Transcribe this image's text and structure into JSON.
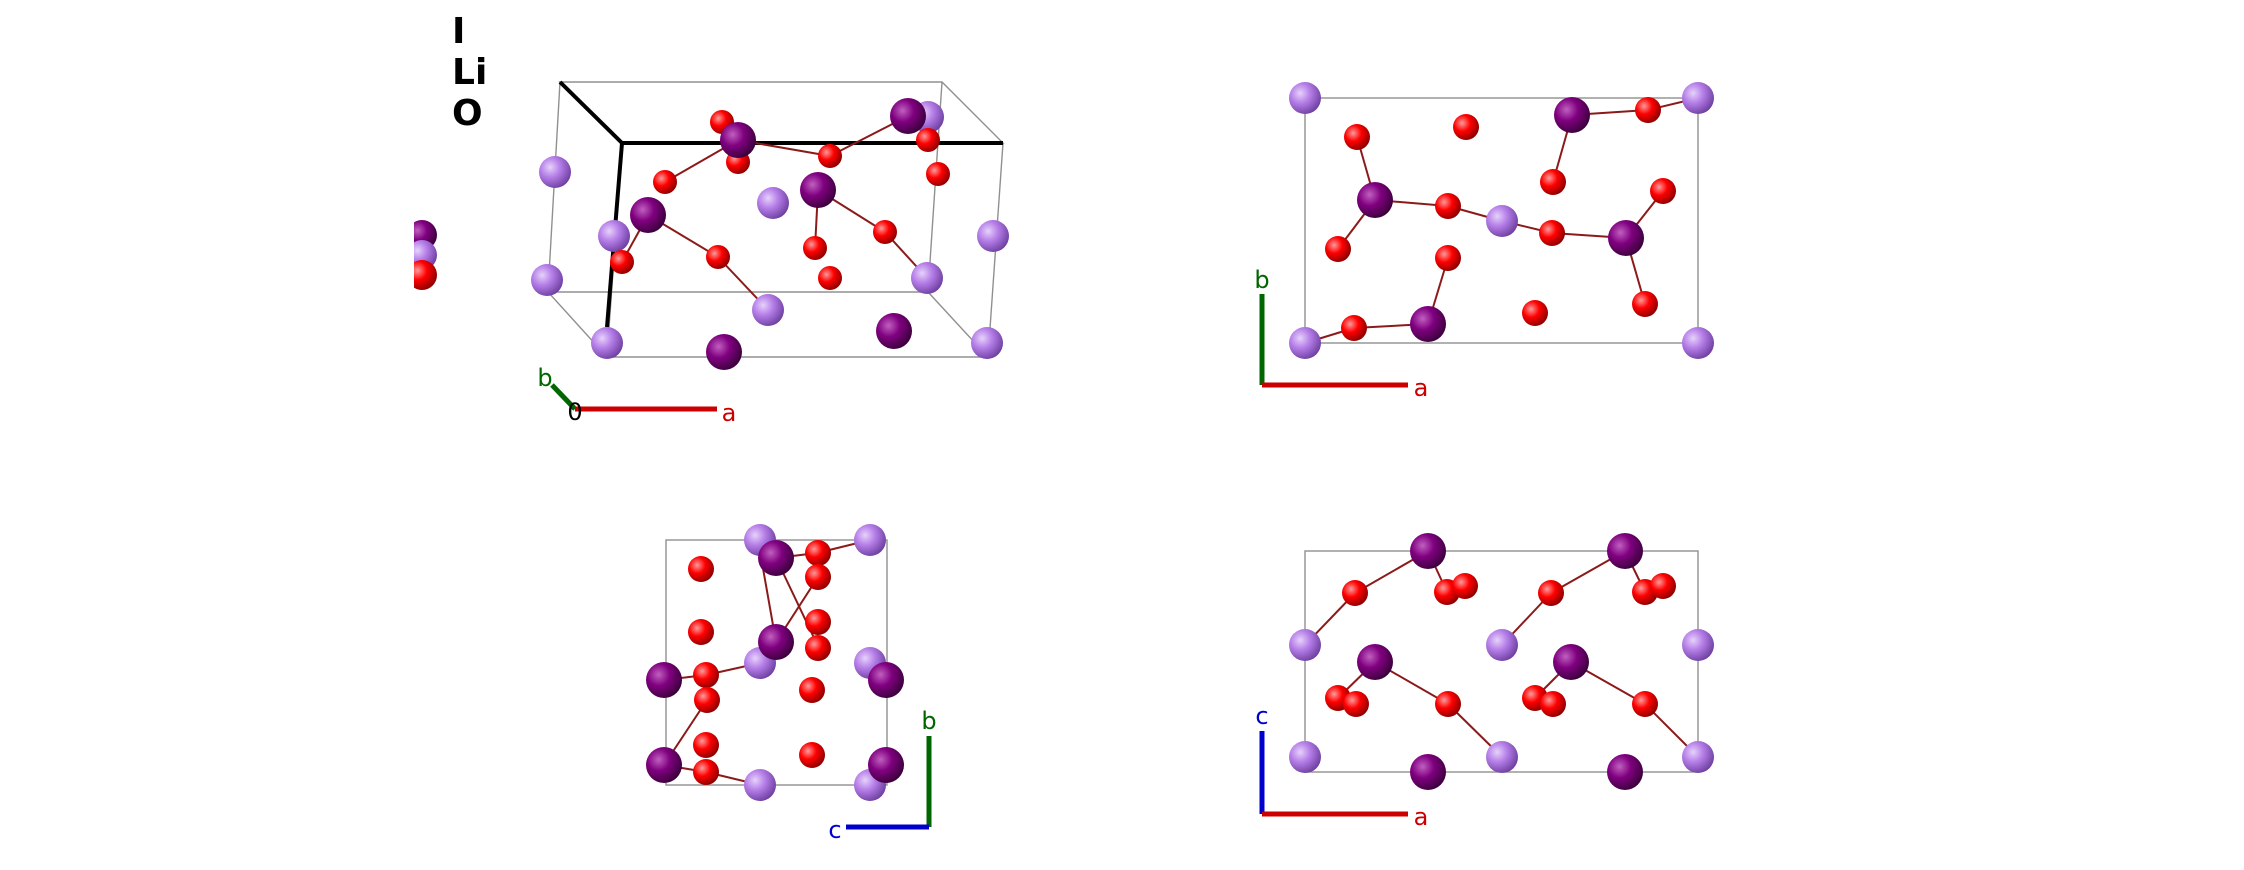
{
  "legend": {
    "items": [
      {
        "label": "I",
        "color": "#800080"
      },
      {
        "label": "Li",
        "color": "#B57EE8"
      },
      {
        "label": "O",
        "color": "#FF0000"
      }
    ]
  },
  "colors": {
    "iodine": "#800080",
    "lithium": "#B57EE8",
    "oxygen": "#FF0000",
    "bond": "#8B1A1A",
    "cell": "#808080",
    "axis_a": "#CC0000",
    "axis_b": "#006600",
    "axis_c": "#0000CC"
  },
  "views": [
    {
      "name": "perspective",
      "axes": [
        {
          "label": "b"
        },
        {
          "label": "a"
        }
      ],
      "origin_label": "0"
    },
    {
      "name": "c-view",
      "axes": [
        {
          "label": "b"
        },
        {
          "label": "a"
        }
      ]
    },
    {
      "name": "a-view",
      "axes": [
        {
          "label": "b"
        },
        {
          "label": "c"
        }
      ]
    },
    {
      "name": "b-view",
      "axes": [
        {
          "label": "c"
        },
        {
          "label": "a"
        }
      ]
    }
  ]
}
